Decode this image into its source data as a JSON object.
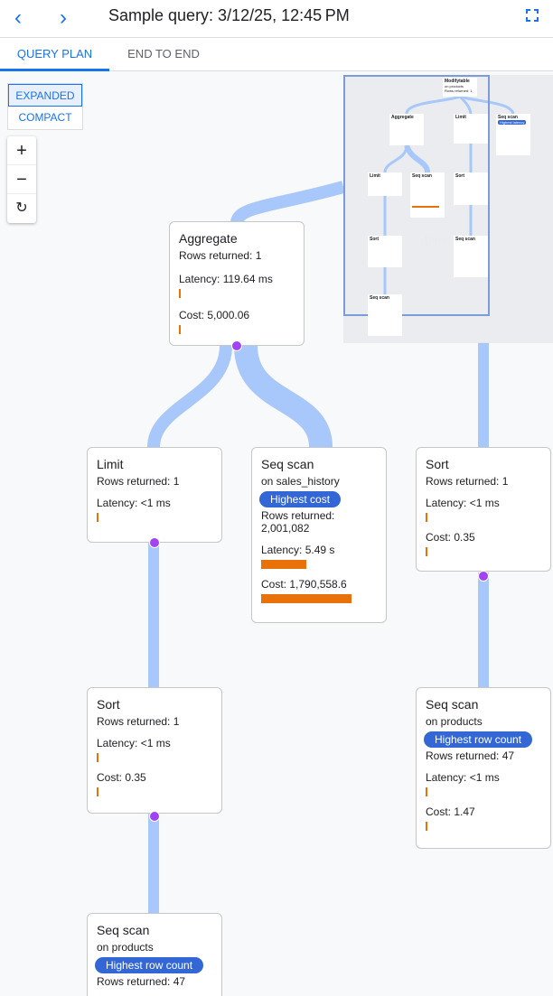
{
  "header": {
    "title": "Sample query: 3/12/25, 12:45 PM",
    "back_icon": "chevron-left-icon",
    "forward_icon": "chevron-right-icon",
    "fullscreen_icon": "fullscreen-icon"
  },
  "tabs": [
    {
      "label": "QUERY PLAN",
      "active": true
    },
    {
      "label": "END TO END",
      "active": false
    }
  ],
  "view_toggle": {
    "expanded": "EXPANDED",
    "compact": "COMPACT",
    "selected": "EXPANDED"
  },
  "zoom_controls": {
    "zoom_in": "+",
    "zoom_out": "−",
    "reset": "↻"
  },
  "colors": {
    "accent": "#1a73e8",
    "edge": "#a8c7fa",
    "bar": "#e8710a",
    "connector": "#a142f4"
  },
  "nodes": {
    "aggregate": {
      "title": "Aggregate",
      "rows": "Rows returned: 1",
      "latency": "Latency: 119.64 ms",
      "cost": "Cost: 5,000.06"
    },
    "limit": {
      "title": "Limit",
      "rows": "Rows returned: 1",
      "latency": "Latency: <1 ms"
    },
    "seq_sales": {
      "title": "Seq scan",
      "on": "on sales_history",
      "badge": "Highest cost",
      "rows_label": "Rows returned:",
      "rows_value": "2,001,082",
      "latency": "Latency: 5.49 s",
      "cost": "Cost: 1,790,558.6"
    },
    "sort_right": {
      "title": "Sort",
      "rows": "Rows returned: 1",
      "latency": "Latency: <1 ms",
      "cost": "Cost: 0.35"
    },
    "sort_left": {
      "title": "Sort",
      "rows": "Rows returned: 1",
      "latency": "Latency: <1 ms",
      "cost": "Cost: 0.35"
    },
    "seq_products_right": {
      "title": "Seq scan",
      "on": "on products",
      "badge": "Highest row count",
      "rows": "Rows returned: 47",
      "latency": "Latency: <1 ms",
      "cost": "Cost: 1.47"
    },
    "seq_products_bottom": {
      "title": "Seq scan",
      "on": "on products",
      "badge": "Highest row count",
      "rows": "Rows returned: 47"
    }
  },
  "minimap": {
    "modifytable": {
      "title": "Modifytable",
      "on": "on products",
      "rows": "Rows returned: 1"
    },
    "seq_latency": {
      "title": "Seq scan",
      "badge": "Highest latency"
    }
  }
}
